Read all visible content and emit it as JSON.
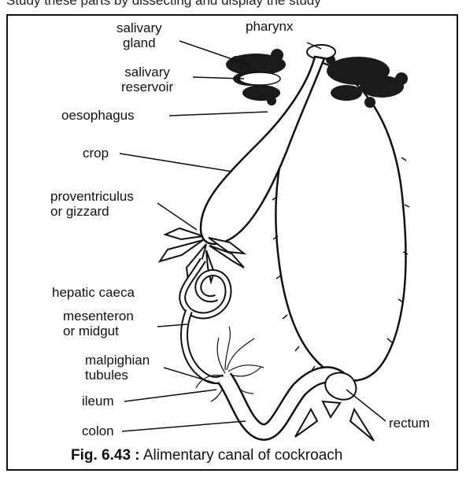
{
  "top_cut_text": "Study these parts by dissecting and display the study",
  "labels": {
    "salivary_gland": [
      "salivary",
      "gland"
    ],
    "pharynx": "pharynx",
    "salivary_reservoir": [
      "salivary",
      "reservoir"
    ],
    "oesophagus": "oesophagus",
    "crop": "crop",
    "proventriculus": [
      "proventriculus",
      "or gizzard"
    ],
    "hepatic_caeca": "hepatic caeca",
    "mesenteron": [
      "mesenteron",
      "or midgut"
    ],
    "malpighian_tubules": [
      "malpighian",
      "tubules"
    ],
    "ileum": "ileum",
    "colon": "colon",
    "rectum": "rectum"
  },
  "caption": {
    "number": "Fig. 6.43 :",
    "text": "Alimentary canal of cockroach"
  }
}
